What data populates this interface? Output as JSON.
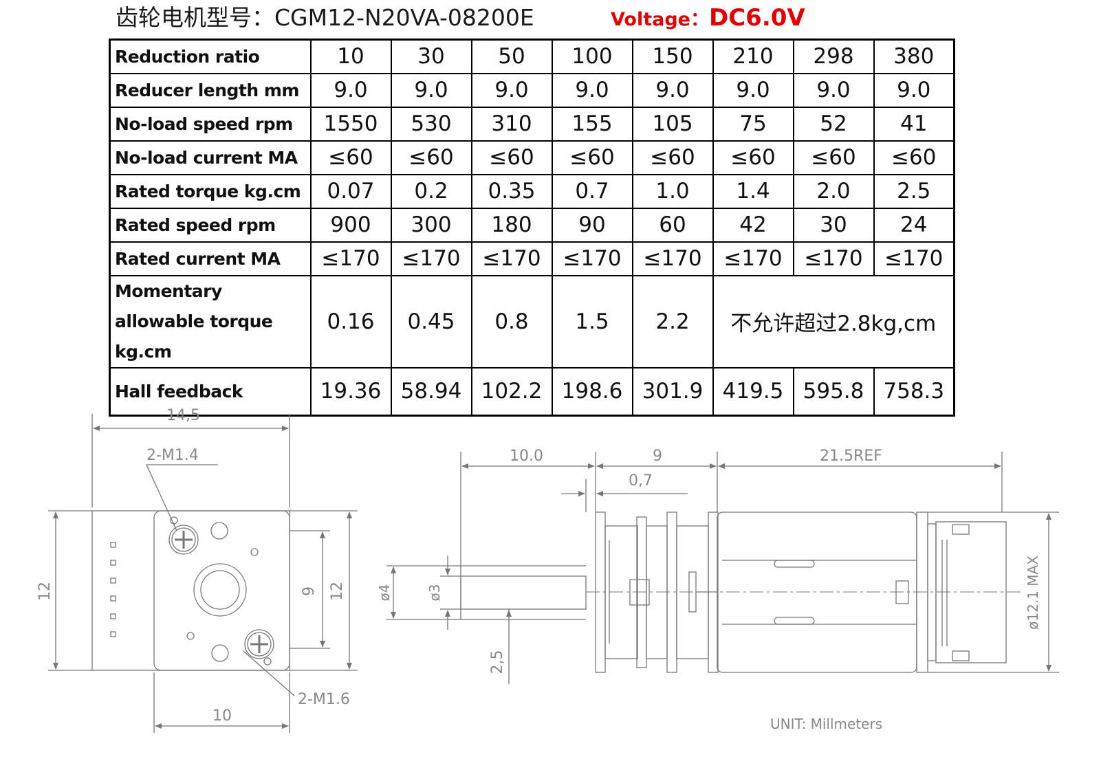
{
  "header": {
    "model": "齿轮电机型号：CGM12-N20VA-08200E",
    "voltage_label": "Voltage",
    "voltage_sep": "：",
    "voltage_value": "DC6.0V",
    "voltage_color": "#e00000"
  },
  "spec_table": {
    "rows": [
      {
        "label": "Reduction ratio",
        "values": [
          "10",
          "30",
          "50",
          "100",
          "150",
          "210",
          "298",
          "380"
        ]
      },
      {
        "label": "Reducer length mm",
        "values": [
          "9.0",
          "9.0",
          "9.0",
          "9.0",
          "9.0",
          "9.0",
          "9.0",
          "9.0"
        ]
      },
      {
        "label": "No-load speed rpm",
        "values": [
          "1550",
          "530",
          "310",
          "155",
          "105",
          "75",
          "52",
          "41"
        ]
      },
      {
        "label": "No-load current MA",
        "values": [
          "≤60",
          "≤60",
          "≤60",
          "≤60",
          "≤60",
          "≤60",
          "≤60",
          "≤60"
        ]
      },
      {
        "label": "Rated torque kg.cm",
        "values": [
          "0.07",
          "0.2",
          "0.35",
          "0.7",
          "1.0",
          "1.4",
          "2.0",
          "2.5"
        ]
      },
      {
        "label": "Rated speed rpm",
        "values": [
          "900",
          "300",
          "180",
          "90",
          "60",
          "42",
          "30",
          "24"
        ]
      },
      {
        "label": "Rated current MA",
        "values": [
          "≤170",
          "≤170",
          "≤170",
          "≤170",
          "≤170",
          "≤170",
          "≤170",
          "≤170"
        ]
      }
    ],
    "momentary": {
      "label": "Momentary allowable torque kg.cm",
      "values": [
        "0.16",
        "0.45",
        "0.8",
        "1.5",
        "2.2"
      ],
      "merged_note": "不允许超过2.8kg,cm"
    },
    "hall": {
      "label": "Hall feedback",
      "values": [
        "19.36",
        "58.94",
        "102.2",
        "198.6",
        "301.9",
        "419.5",
        "595.8",
        "758.3"
      ]
    }
  },
  "drawing": {
    "front_view": {
      "dim_width": "14,5",
      "dim_height_outer": "12",
      "dim_height_inner_9": "9",
      "dim_height_inner_12": "12",
      "dim_bottom": "10",
      "callout_top": "2-M1.4",
      "callout_bottom": "2-M1.6"
    },
    "side_view": {
      "dim_shaft": "10.0",
      "dim_gearbox": "9",
      "dim_gap": "0,7",
      "dim_motor": "21.5REF",
      "dim_d4": "ø4",
      "dim_d3": "ø3",
      "dim_flat": "2,5",
      "dim_diameter": "ø12.1 MAX"
    },
    "unit_note": "UNIT: Millmeters"
  }
}
